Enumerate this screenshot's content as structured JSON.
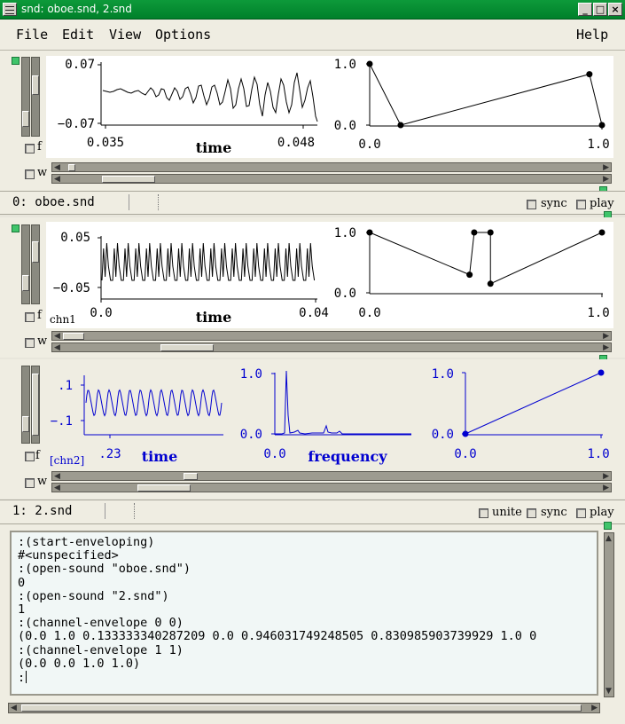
{
  "window": {
    "title": "snd: oboe.snd, 2.snd"
  },
  "menubar": {
    "file": "File",
    "edit": "Edit",
    "view": "View",
    "options": "Options",
    "help": "Help"
  },
  "sound1": {
    "name_status": "0: oboe.snd",
    "sync_label": "sync",
    "play_label": "play",
    "f_label": "f",
    "w_label": "w",
    "wave": {
      "ymax": "0.07",
      "ymin": "−0.07",
      "xmin": "0.035",
      "xmax": "0.048",
      "xlabel": "time",
      "line_color": "#000000"
    },
    "envelope": {
      "ytop": "1.0",
      "ybot": "0.0",
      "xleft": "0.0",
      "xright": "1.0",
      "points": [
        [
          0.0,
          1.0
        ],
        [
          0.133333340287209,
          0.0
        ],
        [
          0.946031749248505,
          0.830985903739929
        ],
        [
          1.0,
          0.0
        ]
      ]
    }
  },
  "sound2": {
    "name_status": "1: 2.snd",
    "unite_label": "unite",
    "sync_label": "sync",
    "play_label": "play",
    "chn1": {
      "channel_label": "chn1",
      "f_label": "f",
      "w_label": "w",
      "wave": {
        "ymax": "0.05",
        "ymin": "−0.05",
        "xmin": "0.0",
        "xmax": "0.04",
        "xlabel": "time"
      },
      "envelope": {
        "ytop": "1.0",
        "ybot": "0.0",
        "xleft": "0.0",
        "xright": "1.0",
        "points": [
          [
            0.0,
            1.0
          ],
          [
            0.43,
            0.3
          ],
          [
            0.45,
            1.0
          ],
          [
            0.52,
            1.0
          ],
          [
            0.52,
            0.15
          ],
          [
            1.0,
            1.0
          ]
        ]
      }
    },
    "chn2": {
      "channel_label": "[chn2]",
      "f_label": "f",
      "w_label": "w",
      "wave": {
        "ymax": ".1",
        "ymin": "−.1",
        "xtick": ".23",
        "xlabel": "time"
      },
      "fft": {
        "ytop": "1.0",
        "ybot": "0.0",
        "xleft": "0.0",
        "xlabel": "frequency"
      },
      "envelope": {
        "ytop": "1.0",
        "ybot": "0.0",
        "xleft": "0.0",
        "xright": "1.0",
        "points": [
          [
            0.0,
            0.0
          ],
          [
            1.0,
            1.0
          ]
        ]
      },
      "color": "#0000d0"
    }
  },
  "listener": {
    "lines": [
      ":(start-enveloping)",
      "#<unspecified>",
      ":(open-sound \"oboe.snd\")",
      "0",
      ":(open-sound \"2.snd\")",
      "1",
      ":(channel-envelope 0 0)",
      "(0.0 1.0 0.133333340287209 0.0 0.946031749248505 0.830985903739929 1.0 0",
      ":(channel-envelope 1 1)",
      "(0.0 0.0 1.0 1.0)",
      ":"
    ]
  }
}
